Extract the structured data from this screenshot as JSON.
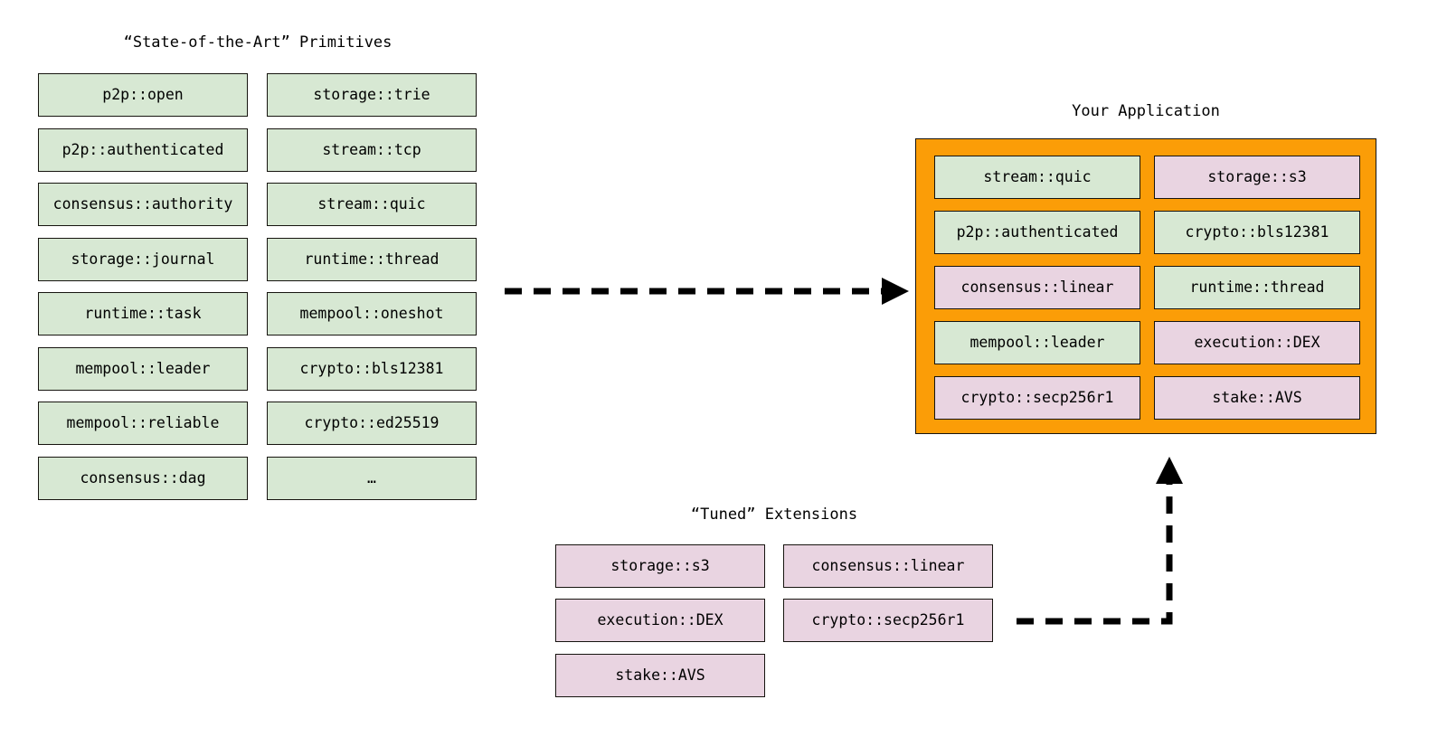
{
  "sections": {
    "primitives": {
      "title": "“State-of-the-Art” Primitives",
      "color": "#d7e8d3",
      "column_a": [
        {
          "label": "p2p::open"
        },
        {
          "label": "p2p::authenticated"
        },
        {
          "label": "consensus::authority"
        },
        {
          "label": "storage::journal"
        },
        {
          "label": "runtime::task"
        },
        {
          "label": "mempool::leader"
        },
        {
          "label": "mempool::reliable"
        },
        {
          "label": "consensus::dag"
        }
      ],
      "column_b": [
        {
          "label": "storage::trie"
        },
        {
          "label": "stream::tcp"
        },
        {
          "label": "stream::quic"
        },
        {
          "label": "runtime::thread"
        },
        {
          "label": "mempool::oneshot"
        },
        {
          "label": "crypto::bls12381"
        },
        {
          "label": "crypto::ed25519"
        },
        {
          "label": "…"
        }
      ]
    },
    "application": {
      "title": "Your Application",
      "panel_color": "#fb9d07",
      "column_a": [
        {
          "label": "stream::quic",
          "kind": "green"
        },
        {
          "label": "p2p::authenticated",
          "kind": "green"
        },
        {
          "label": "consensus::linear",
          "kind": "pink"
        },
        {
          "label": "mempool::leader",
          "kind": "green"
        },
        {
          "label": "crypto::secp256r1",
          "kind": "pink"
        }
      ],
      "column_b": [
        {
          "label": "storage::s3",
          "kind": "pink"
        },
        {
          "label": "crypto::bls12381",
          "kind": "green"
        },
        {
          "label": "runtime::thread",
          "kind": "green"
        },
        {
          "label": "execution::DEX",
          "kind": "pink"
        },
        {
          "label": "stake::AVS",
          "kind": "pink"
        }
      ]
    },
    "extensions": {
      "title": "“Tuned” Extensions",
      "color": "#e9d4e1",
      "column_a": [
        {
          "label": "storage::s3"
        },
        {
          "label": "execution::DEX"
        },
        {
          "label": "stake::AVS"
        }
      ],
      "column_b": [
        {
          "label": "consensus::linear"
        },
        {
          "label": "crypto::secp256r1"
        }
      ]
    }
  },
  "arrows": {
    "primitives_to_application": {
      "style": "dashed",
      "direction": "right"
    },
    "extensions_to_application": {
      "style": "dashed",
      "direction": "up"
    },
    "color": "#000000"
  }
}
